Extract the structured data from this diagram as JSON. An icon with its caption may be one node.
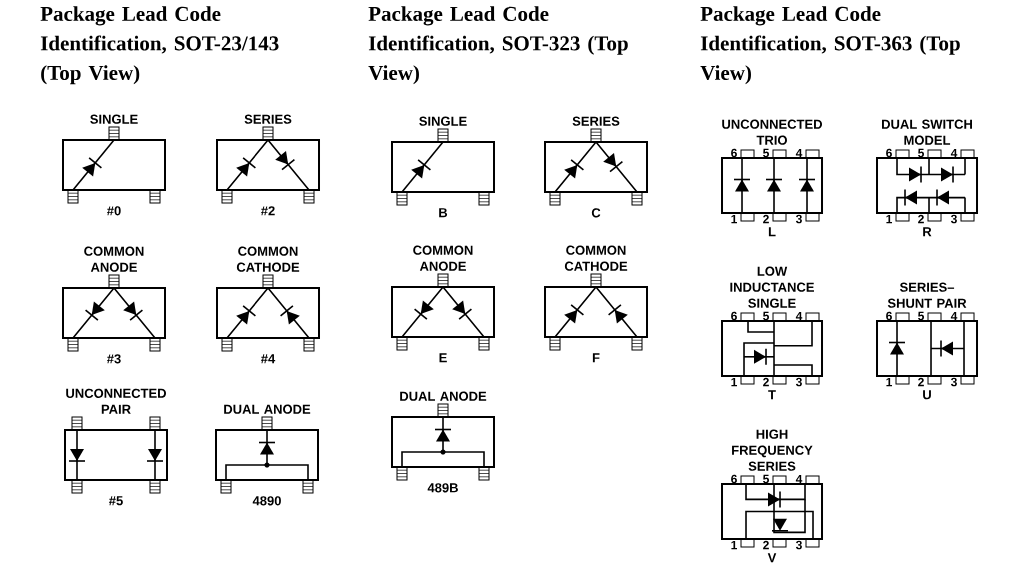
{
  "diagram": {
    "nodes": [
      {
        "text": [
          "SINGLE"
        ],
        "beside": [
          "#0"
        ]
      },
      {
        "text": [
          "SERIES"
        ],
        "beside": [
          "#2"
        ]
      },
      {
        "text": [
          "COMMON ANODE"
        ],
        "beside": [
          "#3"
        ]
      },
      {
        "text": [
          "COMMON CATHODE"
        ],
        "beside": [
          "#4"
        ]
      },
      {
        "text": [
          "UNCONNECTED PAIR"
        ],
        "beside": [
          "#5"
        ]
      },
      {
        "text": [
          "DUAL ANODE"
        ],
        "beside": [
          "4890"
        ]
      },
      {
        "text": [
          "SINGLE"
        ],
        "beside": [
          "B"
        ]
      },
      {
        "text": [
          "SERIES"
        ],
        "beside": [
          "C"
        ]
      },
      {
        "text": [
          "COMMON ANODE"
        ],
        "beside": [
          "E"
        ]
      },
      {
        "text": [
          "COMMON CATHODE"
        ],
        "beside": [
          "F"
        ]
      },
      {
        "text": [
          "DUAL ANODE"
        ],
        "beside": [
          "489B"
        ]
      },
      {
        "text": [
          "UNCONNECTED TRIO"
        ],
        "beside": [
          "6",
          "5",
          "4",
          "1",
          "2",
          "3",
          "L"
        ]
      },
      {
        "text": [
          "DUAL SWITCH MODEL"
        ],
        "beside": [
          "6",
          "5",
          "4",
          "1",
          "2",
          "3",
          "R"
        ]
      },
      {
        "text": [
          "LOW INDUCTANCE SINGLE"
        ],
        "beside": [
          "6",
          "5",
          "4",
          "1",
          "2",
          "3",
          "T"
        ]
      },
      {
        "text": [
          "SERIES– SHUNT PAIR"
        ],
        "beside": [
          "6",
          "5",
          "4",
          "1",
          "2",
          "3",
          "U"
        ]
      },
      {
        "text": [
          "HIGH FREQUENCY SERIES"
        ],
        "beside": [
          "6",
          "5",
          "4",
          "1",
          "2",
          "3",
          "V"
        ]
      }
    ],
    "labels": [
      "Package Lead Code Identification, SOT-23/143 (Top View)",
      "Package Lead Code Identification, SOT-323 (Top View)",
      "Package Lead Code Identification, SOT-363 (Top View)"
    ]
  }
}
